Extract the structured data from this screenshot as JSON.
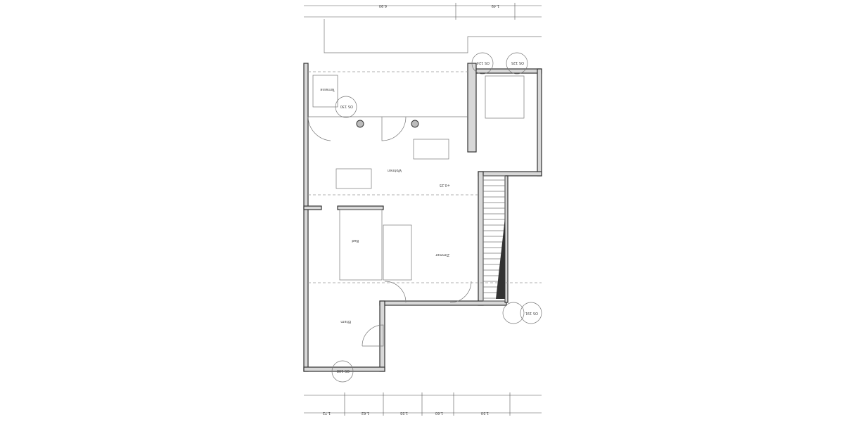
{
  "plan": {
    "orientation": "rotated-180",
    "room_labels": [
      {
        "id": "terrace",
        "text": "Terrasse"
      },
      {
        "id": "living",
        "text": "Wohnen"
      },
      {
        "id": "bath",
        "text": "Bad"
      },
      {
        "id": "room",
        "text": "Zimmer"
      },
      {
        "id": "bedroom",
        "text": "Eltern"
      }
    ],
    "markers": [
      "OS 130",
      "OS 108",
      "OS 191",
      "OS 124",
      "OS 125",
      "+0.25"
    ],
    "top_dimensions": [
      "6.90",
      "1.49"
    ],
    "bottom_dimensions": [
      "1.72",
      "1.62",
      "1.55",
      "1.60",
      "1.50"
    ],
    "colors": {
      "wall_fill": "#d8d8d8",
      "line": "#333333",
      "stair_dark": "#333333"
    }
  }
}
